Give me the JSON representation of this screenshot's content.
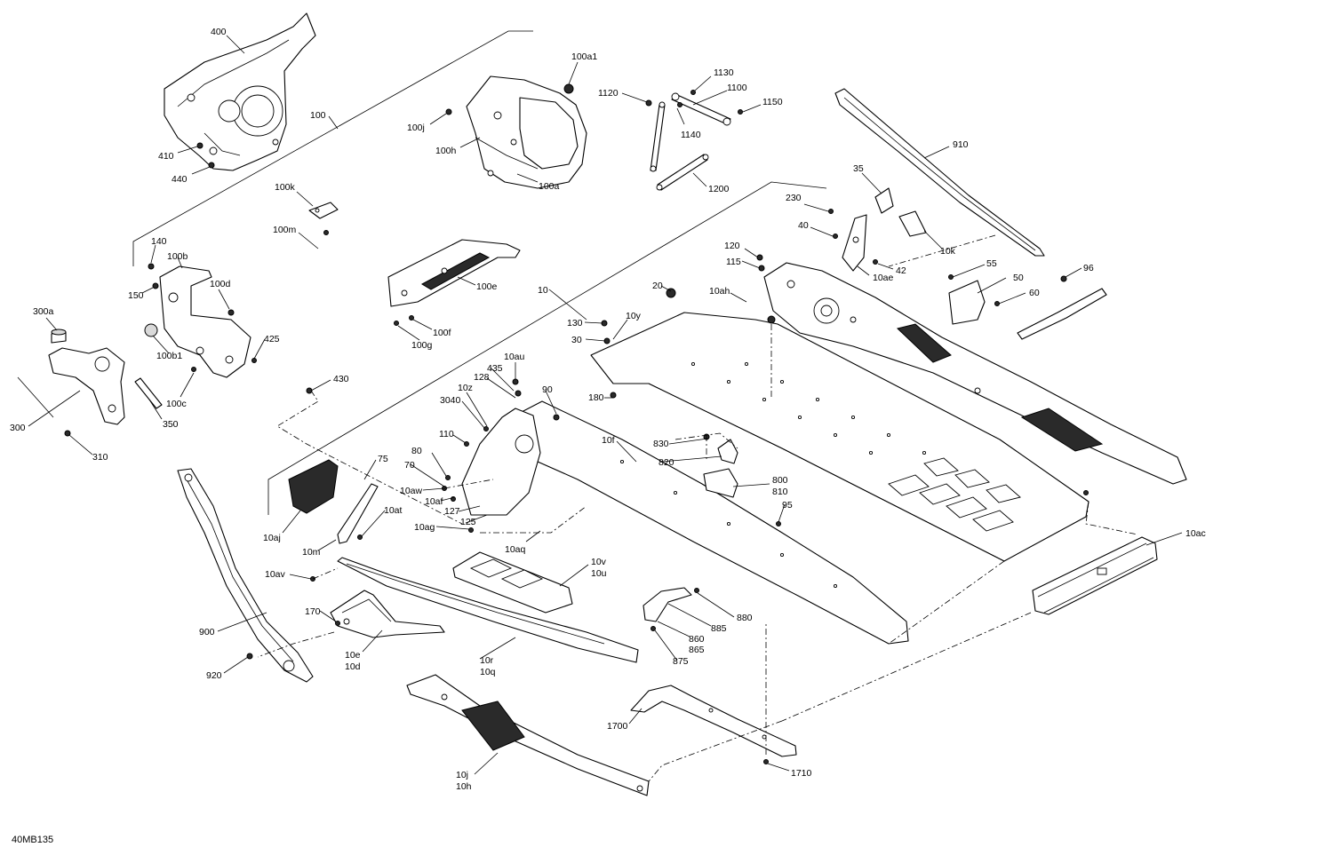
{
  "diagram_code": "40MB135",
  "callouts": {
    "c400": "400",
    "c410": "410",
    "c440": "440",
    "c100": "100",
    "c100a1": "100a1",
    "c100j": "100j",
    "c100h": "100h",
    "c100a": "100a",
    "c1120": "1120",
    "c1130": "1130",
    "c1100": "1100",
    "c1150": "1150",
    "c1140": "1140",
    "c1200": "1200",
    "c910": "910",
    "c100k": "100k",
    "c100m": "100m",
    "c230": "230",
    "c35": "35",
    "c40": "40",
    "c10k": "10k",
    "c42": "42",
    "c10ae": "10ae",
    "c120": "120",
    "c115": "115",
    "c140": "140",
    "c100b": "100b",
    "c150": "150",
    "c100d": "100d",
    "c100e": "100e",
    "c100f": "100f",
    "c100g": "100g",
    "c10": "10",
    "c20": "20",
    "c10ah": "10ah",
    "c55": "55",
    "c50": "50",
    "c60": "60",
    "c96": "96",
    "c300a": "300a",
    "c425": "425",
    "c100b1": "100b1",
    "c100c": "100c",
    "c350": "350",
    "c430": "430",
    "c300": "300",
    "c310": "310",
    "c130": "130",
    "c10y": "10y",
    "c30": "30",
    "c10au": "10au",
    "c435": "435",
    "c128": "128",
    "c10z": "10z",
    "c90": "90",
    "c3040": "3040",
    "c180": "180",
    "c110": "110",
    "c10f": "10f",
    "c830": "830",
    "c820": "820",
    "c80": "80",
    "c70": "70",
    "c75": "75",
    "c10aw": "10aw",
    "c10af": "10af",
    "c127": "127",
    "c125": "125",
    "c10ag": "10ag",
    "c10at": "10at",
    "c800": "800",
    "c810": "810",
    "c95": "95",
    "c10aj": "10aj",
    "c10m": "10m",
    "c10aq": "10aq",
    "c10ac": "10ac",
    "c10v": "10v",
    "c10u": "10u",
    "c10av": "10av",
    "c880": "880",
    "c170": "170",
    "c900": "900",
    "c885": "885",
    "c860": "860",
    "c865": "865",
    "c875": "875",
    "c10e": "10e",
    "c10d": "10d",
    "c10r": "10r",
    "c10q": "10q",
    "c920": "920",
    "c1700": "1700",
    "c1710": "1710",
    "c10j": "10j",
    "c10h": "10h"
  }
}
